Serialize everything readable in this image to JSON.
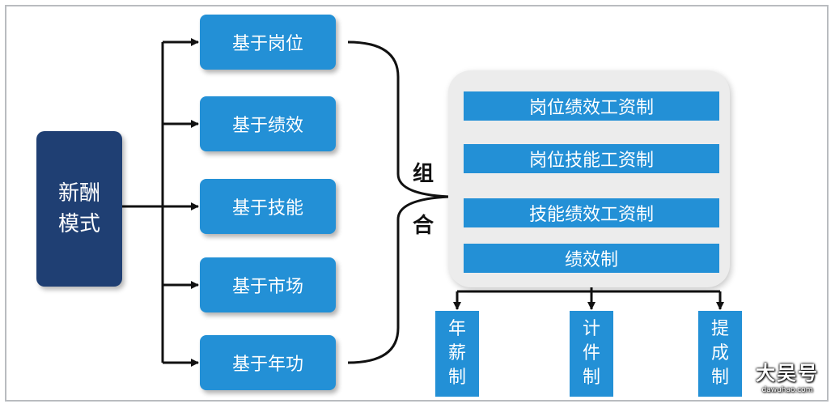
{
  "main": {
    "chars": [
      "新酬",
      "模式"
    ]
  },
  "bases": [
    "基于岗位",
    "基于绩效",
    "基于技能",
    "基于市场",
    "基于年功"
  ],
  "combine": {
    "chars": [
      "组",
      "合"
    ]
  },
  "systems": [
    "岗位绩效工资制",
    "岗位技能工资制",
    "技能绩效工资制",
    "绩效制"
  ],
  "pay_types": [
    {
      "chars": [
        "年",
        "薪",
        "制"
      ]
    },
    {
      "chars": [
        "计",
        "件",
        "制"
      ]
    },
    {
      "chars": [
        "提",
        "成",
        "制"
      ]
    }
  ],
  "watermark": {
    "main": "大吴号",
    "sub": "dawuhao.com"
  },
  "colors": {
    "main_box": "#1f3f73",
    "box": "#2390d6",
    "panel": "#ececec",
    "line": "#111111"
  }
}
